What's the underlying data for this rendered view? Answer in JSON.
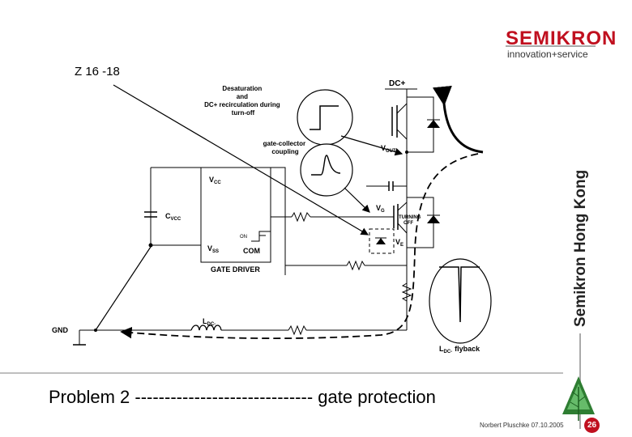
{
  "slide": {
    "id": "Z 16 -18",
    "side_label": "Semikron Hong Kong",
    "footer_title": "Problem 2 ------------------------------ gate protection",
    "author_date": "Norbert Pluschke  07.10.2005",
    "page_number": "26"
  },
  "logo": {
    "wordmark": "SEMIKRON",
    "tagline": "innovation+service",
    "brand_color": "#c0101f"
  },
  "diagram": {
    "desat_title": [
      "Desaturation",
      "and",
      "DC+ recirculation during",
      "turn-off"
    ],
    "coupling_title": [
      "gate-collector",
      "coupling"
    ],
    "dc_plus": "DC+",
    "v_out": "V",
    "v_out_sub": "OUT",
    "v_g": "V",
    "v_g_sub": "G",
    "v_e": "V",
    "v_e_sub": "E",
    "turning_off": [
      "TURNING",
      "OFF"
    ],
    "vcc": "V",
    "vcc_sub": "CC",
    "vss": "V",
    "vss_sub": "SS",
    "com": "COM",
    "on": "ON",
    "gate_driver": "GATE DRIVER",
    "cvcc": "C",
    "cvcc_sub": "VCC",
    "gnd": "GND",
    "ldc": "L",
    "ldc_sub": "DC-",
    "ldc_flyback": "L",
    "ldc_flyback_sub": "DC-",
    "flyback_word": "flyback"
  }
}
